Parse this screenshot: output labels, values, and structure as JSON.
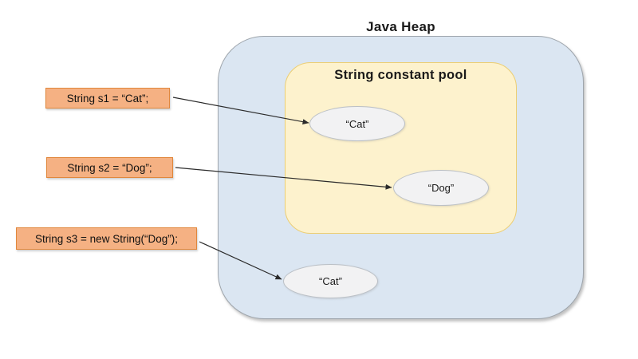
{
  "diagram": {
    "title": "Java Heap",
    "heap": {
      "string_constant_pool": {
        "label": "String constant pool",
        "objects": {
          "cat": "“Cat”",
          "dog": "“Dog”"
        }
      },
      "heap_objects": {
        "cat": "“Cat”"
      }
    },
    "code_statements": {
      "s1": "String s1 = “Cat”;",
      "s2": "String s2 = “Dog”;",
      "s3": "String s3 = new String(“Dog”);"
    },
    "colors": {
      "bg": "#ffffff",
      "heap-fill": "#dbe6f2",
      "heap-border": "#9ea5ac",
      "pool-fill": "#fdf2cd",
      "pool-border": "#ecce73",
      "object-fill": "#f2f2f3",
      "object-border": "#bbc0c6",
      "code-fill": "#f5b183",
      "code-border": "#e1873c",
      "arrow": "#2b2b2b"
    }
  }
}
